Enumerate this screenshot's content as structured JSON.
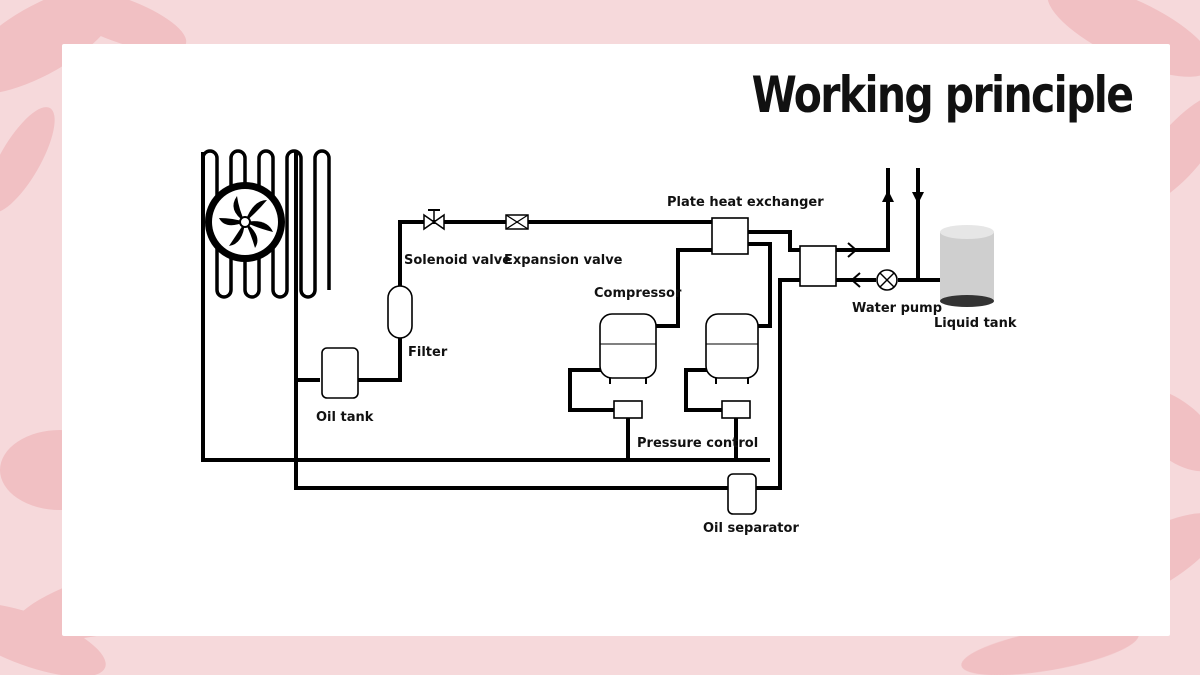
{
  "title": "Working principle",
  "labels": {
    "plate_heat_exchanger": "Plate heat exchanger",
    "solenoid_valve": "Solenoid valve",
    "expansion_valve": "Expansion valve",
    "compressor": "Compressor",
    "filter": "Filter",
    "oil_tank": "Oil tank",
    "pressure_control": "Pressure control",
    "oil_separator": "Oil separator",
    "water_pump": "Water pump",
    "liquid_tank": "Liquid tank"
  },
  "colors": {
    "background_accent": "#f6d9db",
    "leaf": "#efb7bb",
    "ink": "#000000",
    "tank_gray": "#cfcfcf"
  },
  "icons": [
    "fan-icon",
    "solenoid-valve-icon",
    "expansion-valve-icon",
    "water-pump-icon"
  ]
}
